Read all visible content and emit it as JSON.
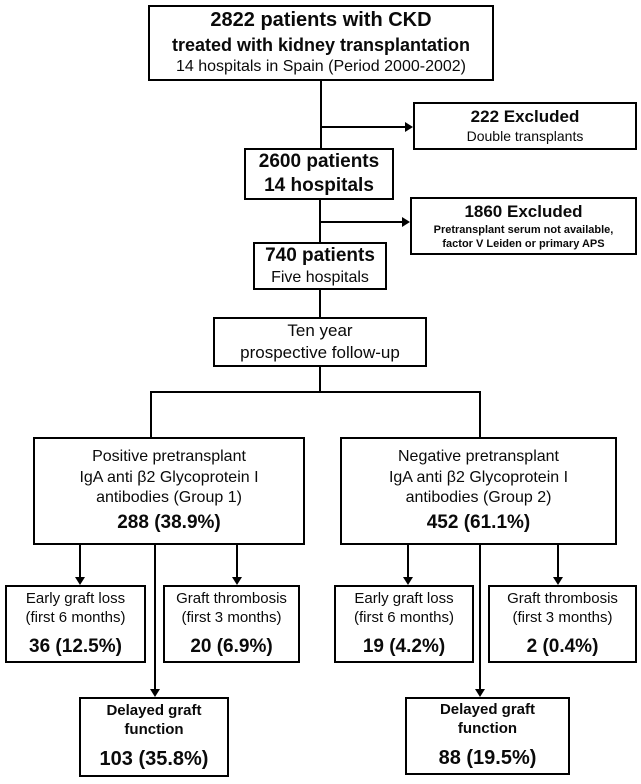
{
  "boxes": {
    "top": {
      "lines": [
        "2822 patients with CKD",
        "treated with kidney transplantation",
        "14 hospitals in Spain (Period 2000-2002)"
      ]
    },
    "excluded_double": {
      "count_label": "222 Excluded",
      "reason": "Double transplants"
    },
    "patients_2600": {
      "lines": [
        "2600 patients",
        "14 hospitals"
      ]
    },
    "excluded_serum": {
      "count_label": "1860 Excluded",
      "reasons": [
        "Pretransplant serum not available,",
        "factor V Leiden or primary APS"
      ]
    },
    "patients_740": {
      "lines": [
        "740 patients",
        "Five hospitals"
      ]
    },
    "follow_up": {
      "lines": [
        "Ten year",
        "prospective follow-up"
      ]
    },
    "group1": {
      "lines": [
        "Positive pretransplant",
        "IgA anti β2 Glycoprotein I",
        "antibodies  (Group 1)"
      ],
      "count": "288 (38.9%)"
    },
    "group2": {
      "lines": [
        "Negative pretransplant",
        "IgA anti β2 Glycoprotein I",
        "antibodies  (Group 2)"
      ],
      "count": "452 (61.1%)"
    },
    "group1_early_graft_loss": {
      "lines": [
        "Early graft loss",
        "(first 6 months)"
      ],
      "count": "36 (12.5%)"
    },
    "group1_graft_thrombosis": {
      "lines": [
        "Graft thrombosis",
        "(first 3 months)"
      ],
      "count": "20 (6.9%)"
    },
    "group2_early_graft_loss": {
      "lines": [
        "Early graft loss",
        "(first 6 months)"
      ],
      "count": "19 (4.2%)"
    },
    "group2_graft_thrombosis": {
      "lines": [
        "Graft thrombosis",
        "(first 3 months)"
      ],
      "count": "2 (0.4%)"
    },
    "group1_delayed_graft_function": {
      "lines": [
        "Delayed graft",
        "function"
      ],
      "count": "103 (35.8%)"
    },
    "group2_delayed_graft_function": {
      "lines": [
        "Delayed graft",
        "function"
      ],
      "count": "88 (19.5%)"
    }
  },
  "colors": {
    "border": "#000000",
    "background": "#ffffff",
    "text": "#0a0a0a"
  }
}
